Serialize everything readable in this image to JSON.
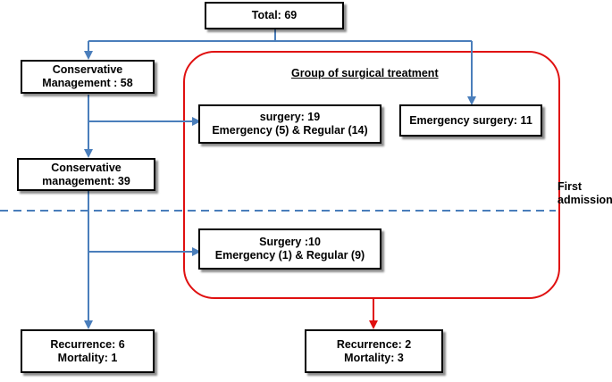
{
  "nodes": {
    "total": {
      "line1": "Total: 69"
    },
    "conservative_management_58": {
      "line1": "Conservative",
      "line2": "Management : 58"
    },
    "conservative_management_39": {
      "line1": "Conservative",
      "line2": "management: 39"
    },
    "surgery_19": {
      "line1": "surgery: 19",
      "line2": "Emergency (5) & Regular (14)"
    },
    "emergency_surgery_11": {
      "line1": "Emergency surgery: 11"
    },
    "surgery_10": {
      "line1": "Surgery :10",
      "line2": "Emergency (1) & Regular (9)"
    },
    "outcome_conservative": {
      "line1": "Recurrence: 6",
      "line2": "Mortality: 1"
    },
    "outcome_surgical": {
      "line1": "Recurrence: 2",
      "line2": "Mortality: 3"
    }
  },
  "group_title": "Group of surgical treatment",
  "first_admission_label": {
    "line1": "First",
    "line2": "admission"
  },
  "colors": {
    "blue_arrow": "#4a7ebb",
    "red_group": "#e01010",
    "dashed_line": "#4a7ebb"
  }
}
